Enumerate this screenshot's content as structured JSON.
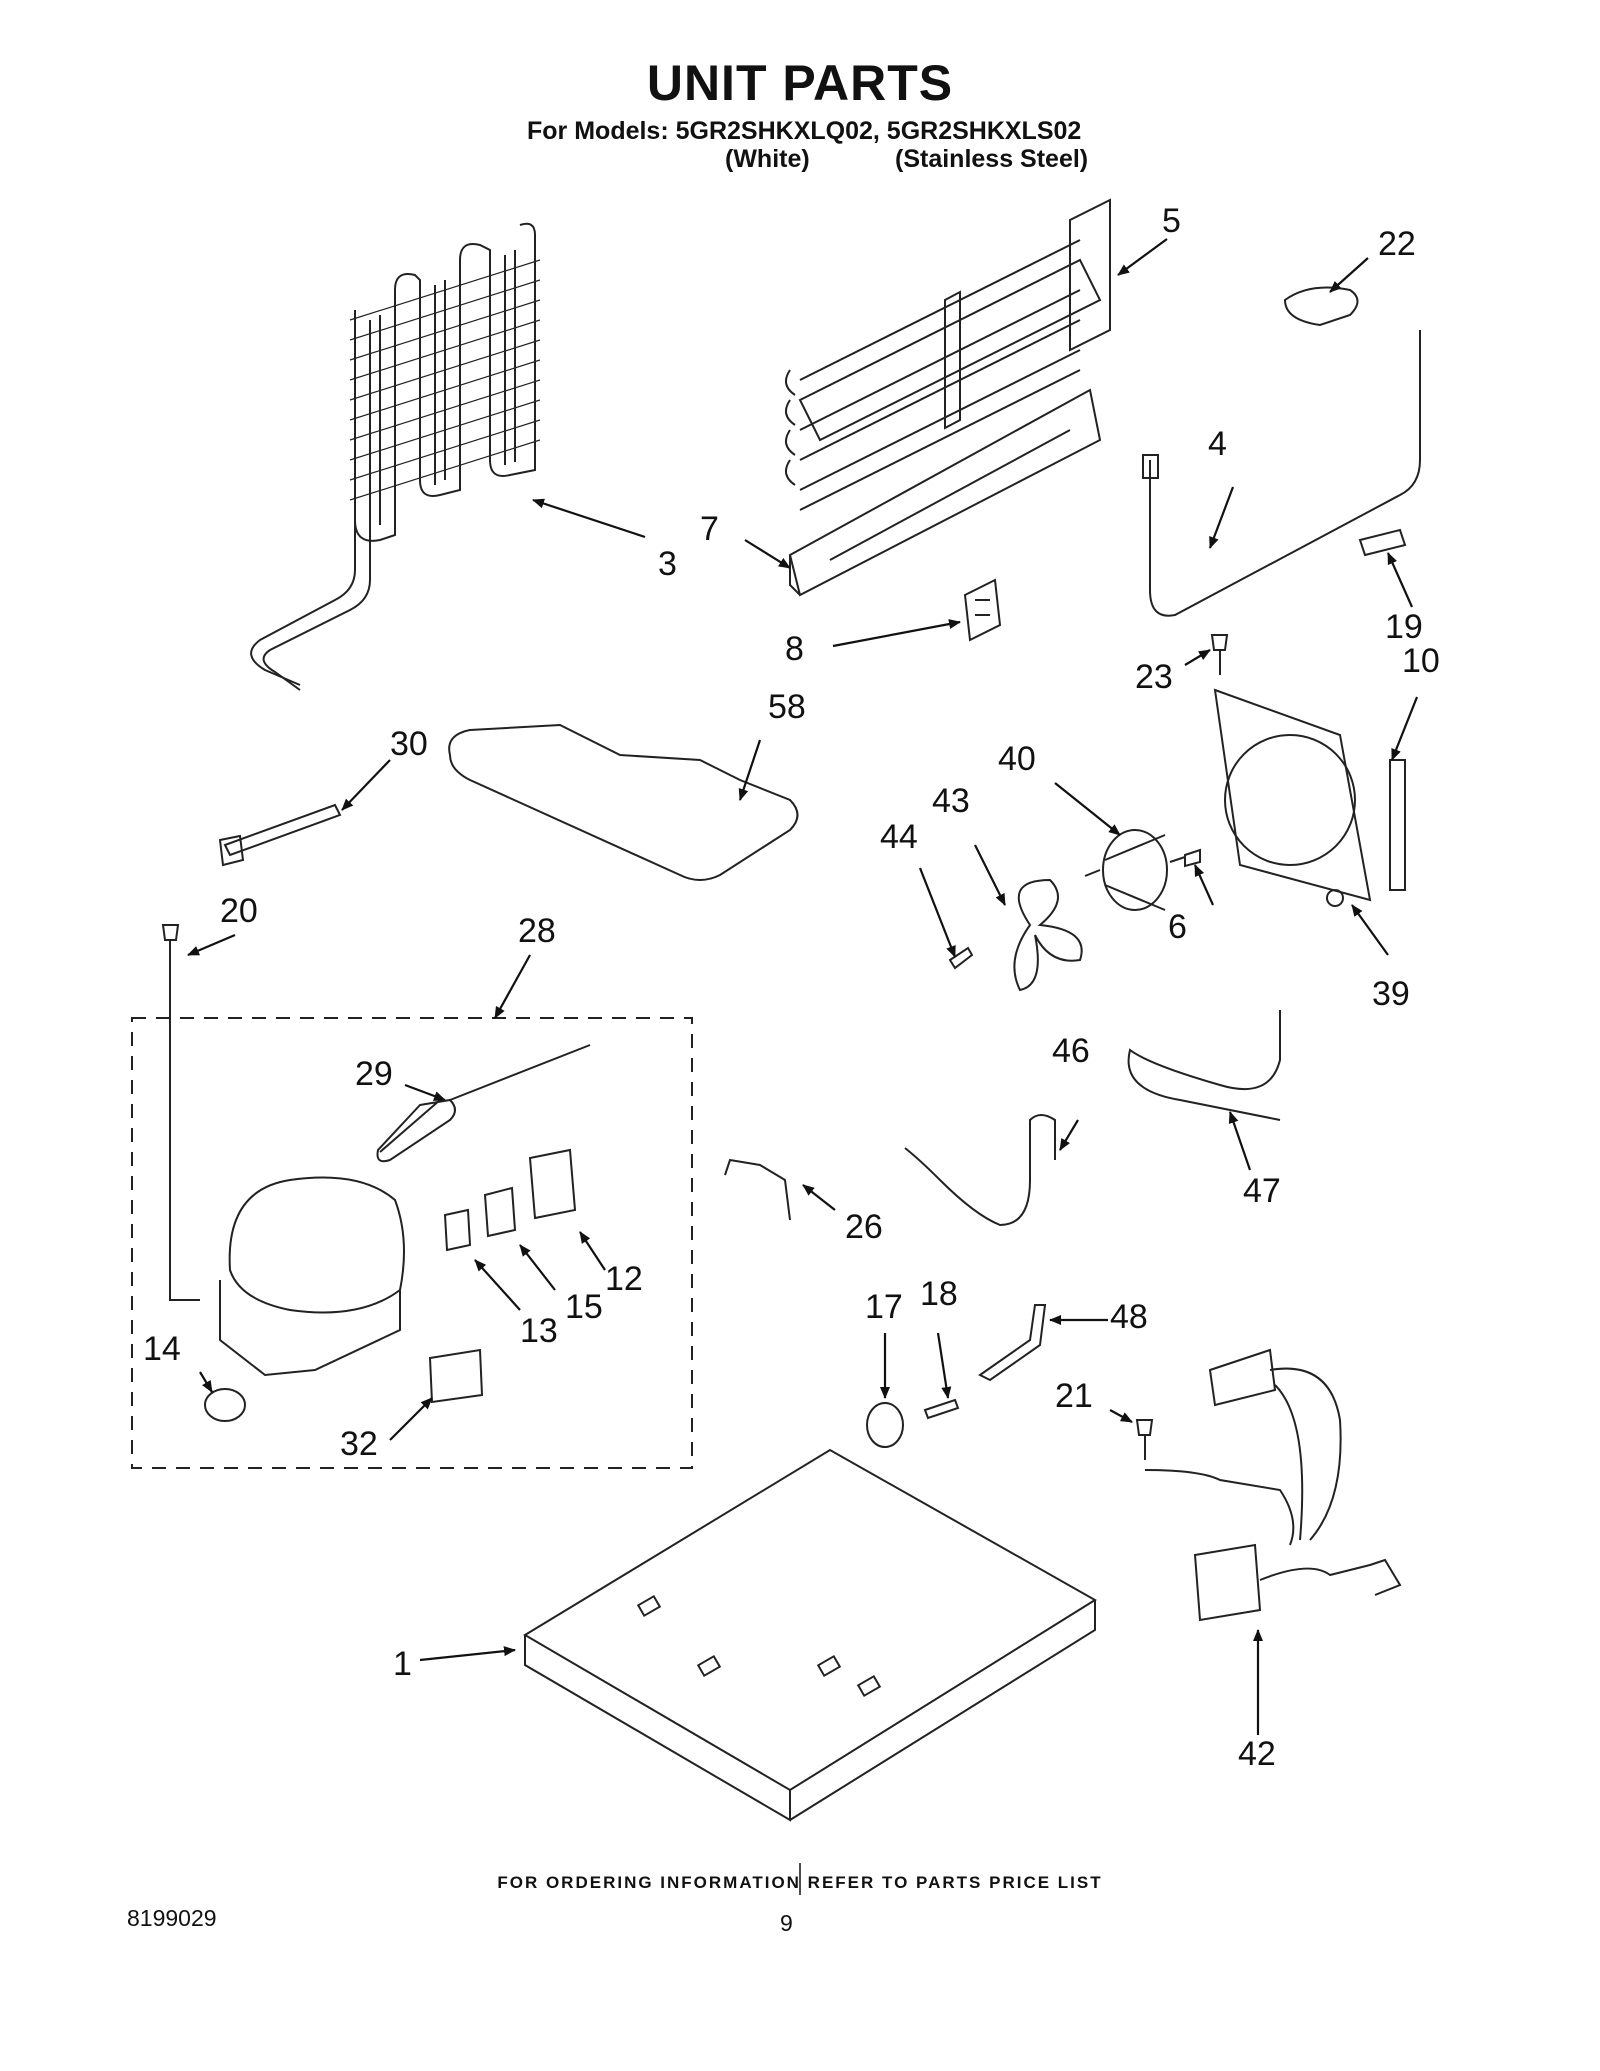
{
  "header": {
    "title": "UNIT PARTS",
    "models_line": "For Models: 5GR2SHKXLQ02, 5GR2SHKXLS02",
    "variant_white": "(White)",
    "variant_stainless": "(Stainless Steel)"
  },
  "callouts": [
    {
      "id": "c1",
      "label": "1"
    },
    {
      "id": "c3",
      "label": "3"
    },
    {
      "id": "c4",
      "label": "4"
    },
    {
      "id": "c5",
      "label": "5"
    },
    {
      "id": "c6",
      "label": "6"
    },
    {
      "id": "c7",
      "label": "7"
    },
    {
      "id": "c8",
      "label": "8"
    },
    {
      "id": "c10",
      "label": "10"
    },
    {
      "id": "c12",
      "label": "12"
    },
    {
      "id": "c13",
      "label": "13"
    },
    {
      "id": "c14",
      "label": "14"
    },
    {
      "id": "c15",
      "label": "15"
    },
    {
      "id": "c17",
      "label": "17"
    },
    {
      "id": "c18",
      "label": "18"
    },
    {
      "id": "c19",
      "label": "19"
    },
    {
      "id": "c20",
      "label": "20"
    },
    {
      "id": "c21",
      "label": "21"
    },
    {
      "id": "c22",
      "label": "22"
    },
    {
      "id": "c23",
      "label": "23"
    },
    {
      "id": "c26",
      "label": "26"
    },
    {
      "id": "c28",
      "label": "28"
    },
    {
      "id": "c29",
      "label": "29"
    },
    {
      "id": "c30",
      "label": "30"
    },
    {
      "id": "c32",
      "label": "32"
    },
    {
      "id": "c39",
      "label": "39"
    },
    {
      "id": "c40",
      "label": "40"
    },
    {
      "id": "c42",
      "label": "42"
    },
    {
      "id": "c43",
      "label": "43"
    },
    {
      "id": "c44",
      "label": "44"
    },
    {
      "id": "c46",
      "label": "46"
    },
    {
      "id": "c47",
      "label": "47"
    },
    {
      "id": "c48",
      "label": "48"
    },
    {
      "id": "c58",
      "label": "58"
    }
  ],
  "footer": {
    "ordering_note": "FOR ORDERING INFORMATION REFER TO PARTS PRICE LIST",
    "doc_number": "8199029",
    "page_number": "9"
  }
}
